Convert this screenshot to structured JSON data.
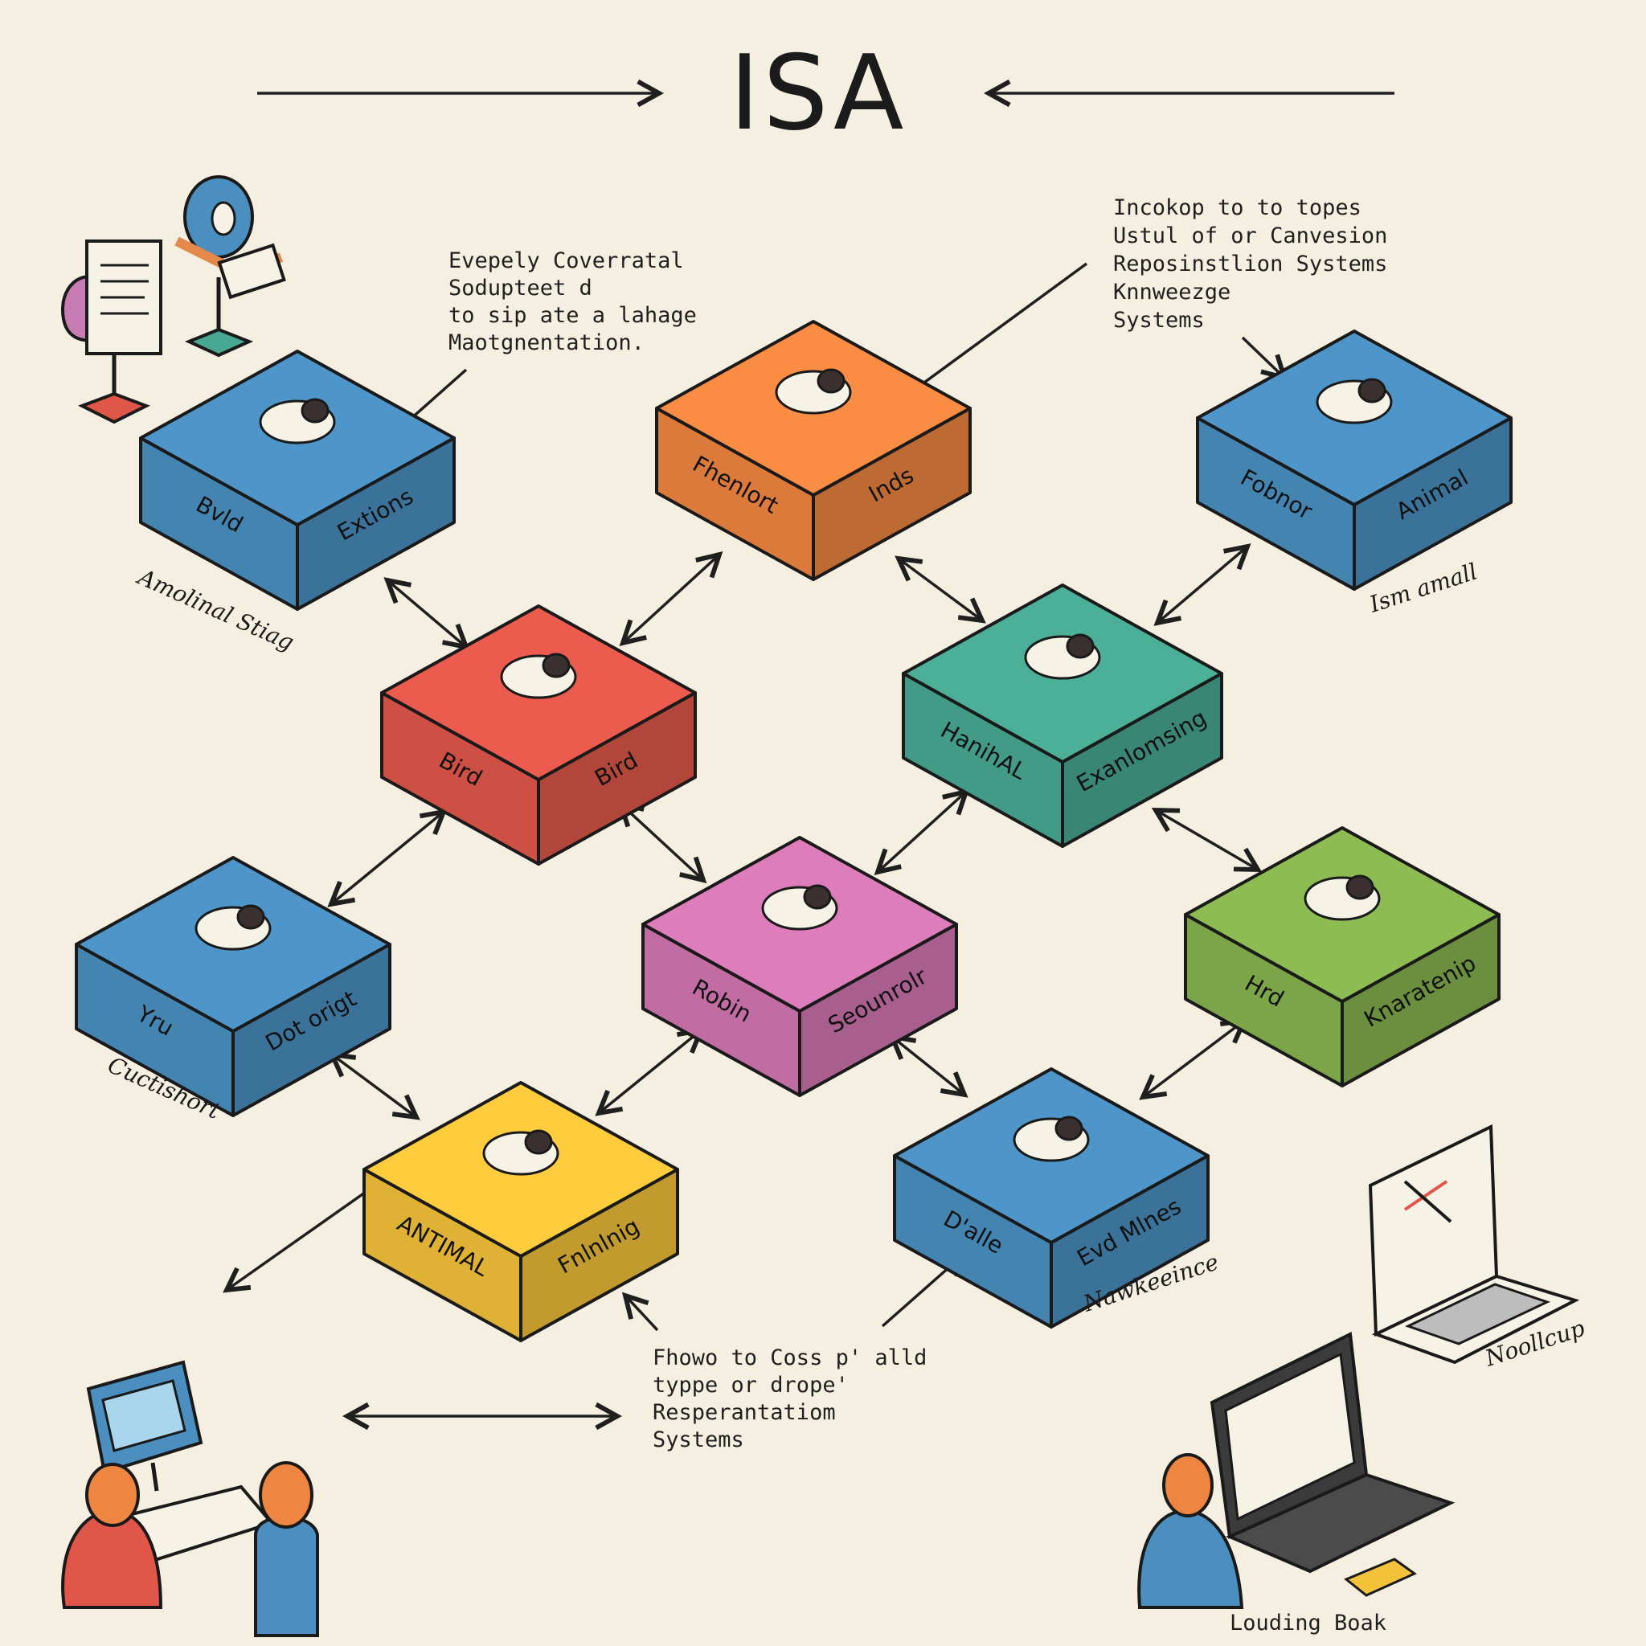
{
  "title": "ISA",
  "notes": {
    "top_center": [
      "Evepely Coverratal",
      "Sodupteet d",
      "to sip ate a lahage",
      "Maotgnentation."
    ],
    "top_right": [
      "Incokop to to topes",
      "Ustul of or Canvesion",
      "Reposinstlion Systems",
      "Knnweezge",
      "Systems"
    ],
    "bottom_center": [
      "Fhowo to Coss p' alld",
      "typpe or drope'",
      "Resperantatiom",
      "Systems"
    ]
  },
  "blocks": [
    {
      "id": "b1",
      "left": "Bvld",
      "right": "Extions",
      "caption": "Amolinal Stiag",
      "color": "#4a8fc0"
    },
    {
      "id": "b2",
      "left": "Fhenlort",
      "right": "Inds",
      "caption": "",
      "color": "#ee8540"
    },
    {
      "id": "b3",
      "left": "Fobnor",
      "right": "Animal",
      "caption": "Ism amall",
      "color": "#4a8fc0"
    },
    {
      "id": "b4",
      "left": "Bird",
      "right": "Bird",
      "caption": "",
      "color": "#e0574a"
    },
    {
      "id": "b5",
      "left": "HanihAL",
      "right": "Exanlomsing",
      "caption": "",
      "color": "#48a892"
    },
    {
      "id": "b6",
      "left": "Yru",
      "right": "Dot origt",
      "caption": "Cuctishort",
      "color": "#4a8fc0"
    },
    {
      "id": "b7",
      "left": "Robin",
      "right": "Seounrolr",
      "caption": "",
      "color": "#d277b2"
    },
    {
      "id": "b8",
      "left": "Hrd",
      "right": "Knaratenip",
      "caption": "",
      "color": "#86b34e"
    },
    {
      "id": "b9",
      "left": "ANTIMAL",
      "right": "Fnlnlnig",
      "caption": "",
      "color": "#f2c23a"
    },
    {
      "id": "b10",
      "left": "D'alle",
      "right": "Evd Mlnes",
      "caption": "Nawkeeince",
      "color": "#4a8fc0"
    }
  ],
  "side_captions": {
    "laptop": "Noollcup",
    "person_laptop": "Louding Boak"
  },
  "colors": {
    "background": "#f4efe0",
    "ink": "#1f1f1f"
  }
}
